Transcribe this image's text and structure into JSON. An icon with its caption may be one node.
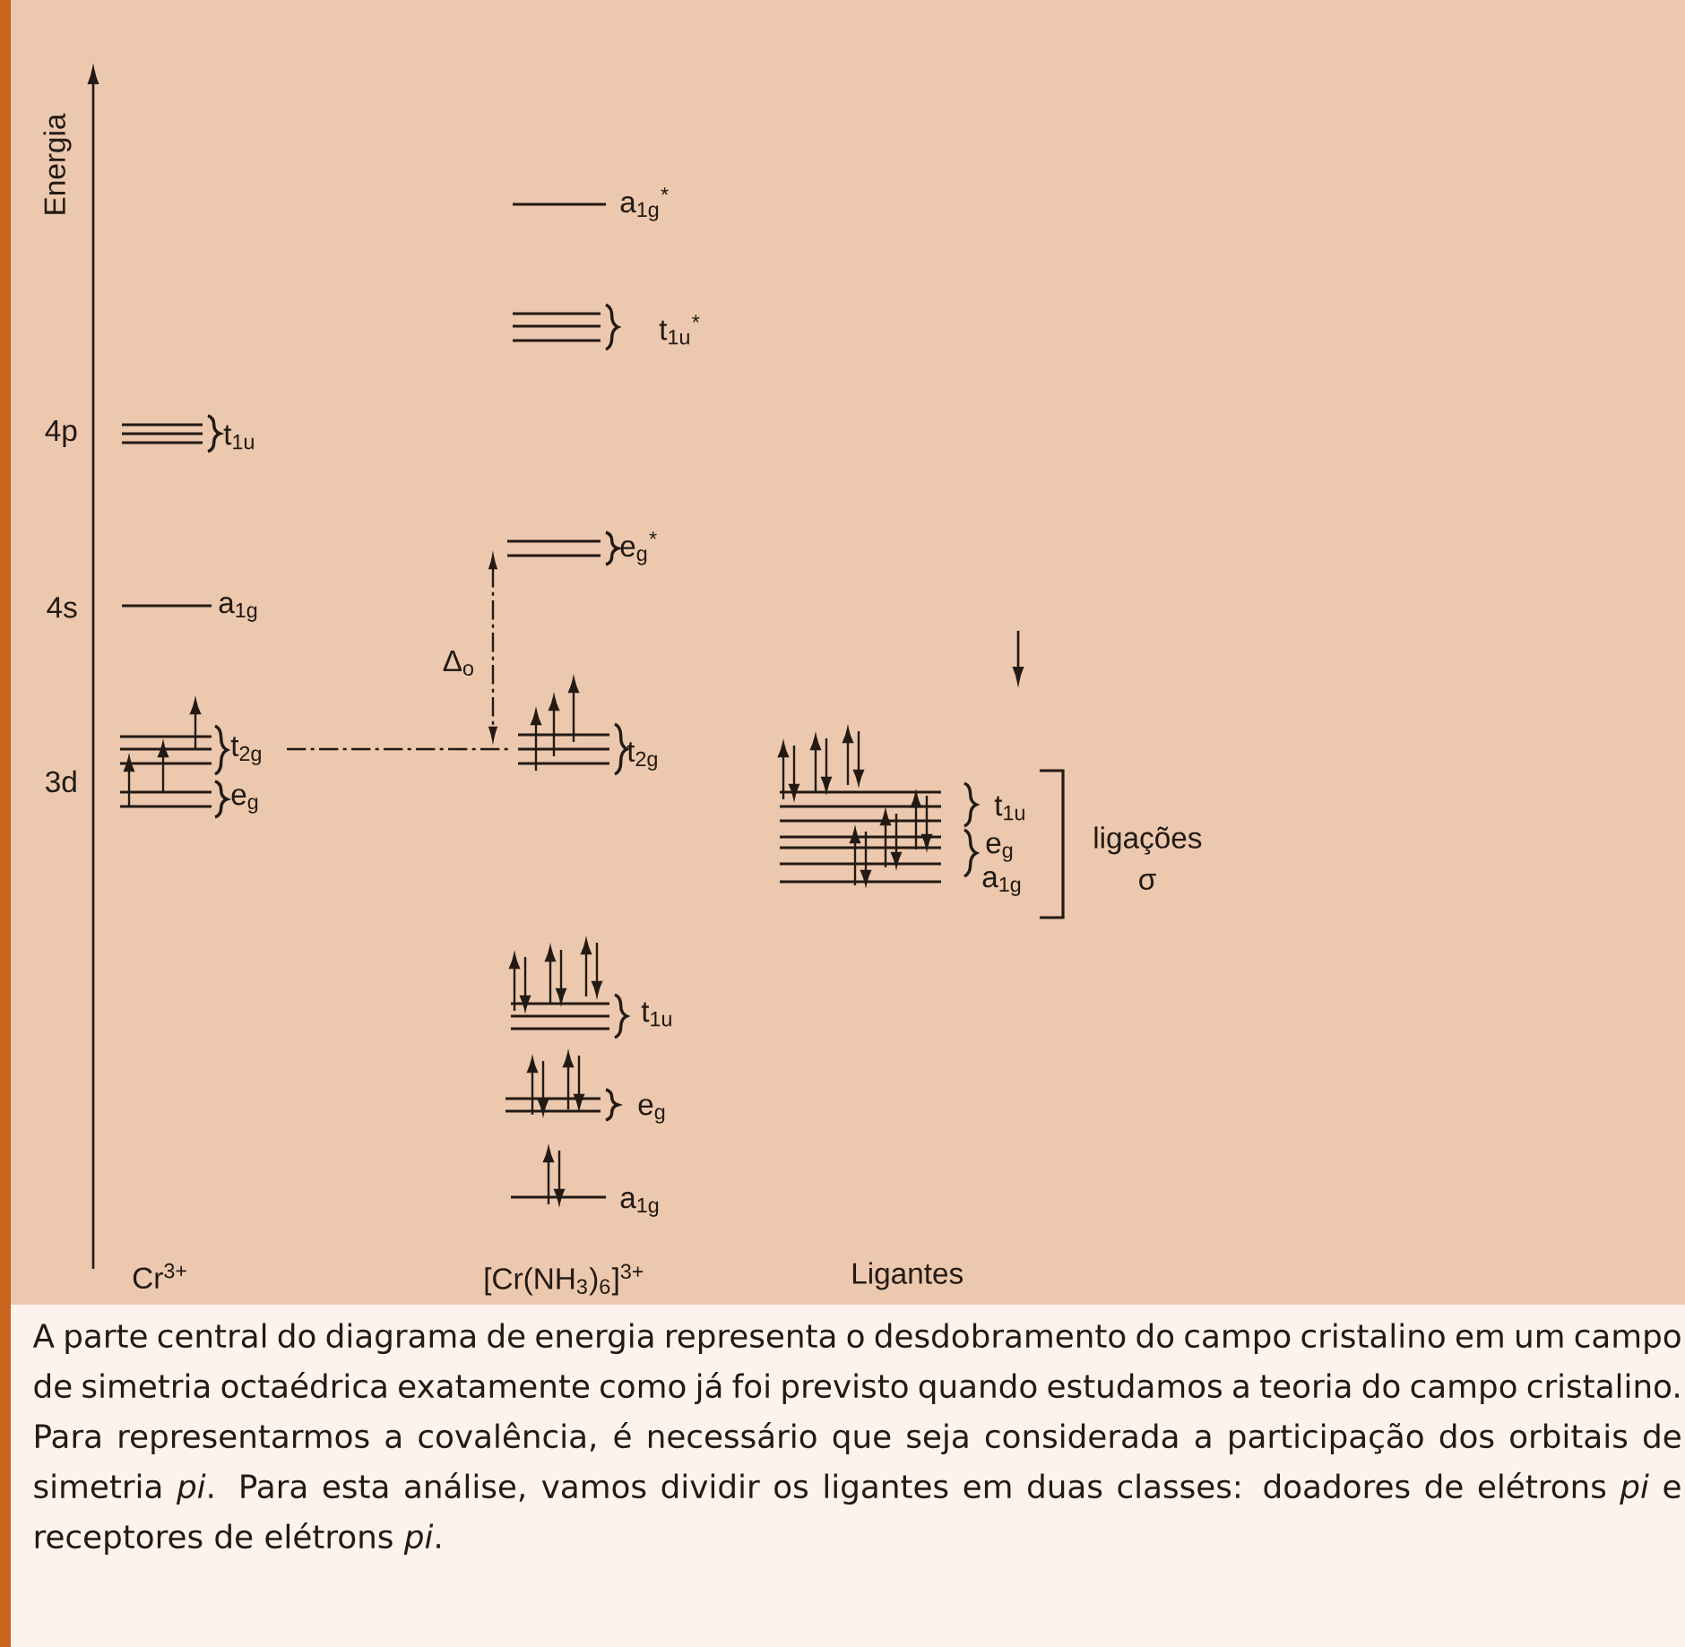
{
  "diagram": {
    "caption": "A parte central do diagrama de energia representa o desdobramento do campo cristalino em um campo de simetria octaédrica exatamente como já foi previsto quando estudamos a teoria do campo cristalino. Para representarmos a covalência, é necessário que seja considerada a participação dos orbitais de simetria *pi*. Para esta análise, vamos dividir os ligantes em duas classes: doadores de elétrons *pi* e receptores de elétrons *pi*.",
    "labels": [
      "Energia",
      "a$_{1g}$$^{*}$",
      "t$_{1u}$$^{*}$",
      "4p",
      "t$_{1u}$",
      "e$_{g}$$^{*}$",
      "4s",
      "a$_{1g}$",
      "Δ$_{o}$",
      "3d",
      "t$_{2g}$",
      "t$_{2g}$",
      "t$_{1u}$",
      "ligações",
      "e$_{g}$",
      "e$_{g}$",
      "a$_{1g}$",
      "σ",
      "t$_{1u}$",
      "e$_{g}$",
      "a$_{1g}$",
      "Cr$^{3+}$",
      "[Cr(NH$_{3}$)$_{6}$]$^{3+}$",
      "Ligantes"
    ]
  }
}
